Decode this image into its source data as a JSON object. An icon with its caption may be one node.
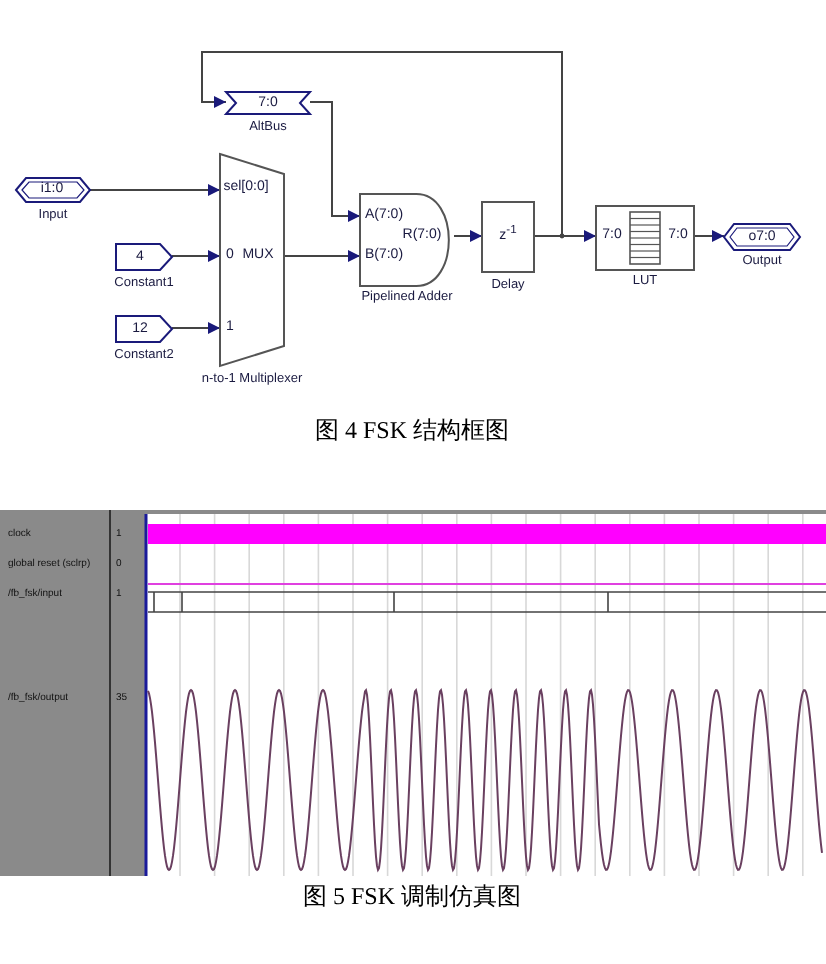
{
  "diagram": {
    "nodes": [
      {
        "text": [
          "i1:0"
        ],
        "beside": [
          "Input"
        ]
      },
      {
        "text": [
          "7:0"
        ],
        "beside": [
          "AltBus"
        ]
      },
      {
        "text": [
          "4"
        ],
        "beside": [
          "Constant1"
        ]
      },
      {
        "text": [
          "12"
        ],
        "beside": [
          "Constant2"
        ]
      },
      {
        "text": [
          "sel[0:0]",
          "0",
          "MUX",
          "1"
        ],
        "beside": [
          "n-to-1 Multiplexer"
        ]
      },
      {
        "text": [
          "A(7:0)",
          "B(7:0)",
          "R(7:0)"
        ],
        "beside": [
          "Pipelined Adder"
        ]
      },
      {
        "text": [
          "z$^{-1}$"
        ],
        "beside": [
          "Delay"
        ]
      },
      {
        "text": [
          "7:0",
          "7:0"
        ],
        "beside": [
          "LUT"
        ]
      },
      {
        "text": [
          "o7:0"
        ],
        "beside": [
          "Output"
        ]
      }
    ],
    "edges": [
      {
        "from": 0,
        "to": 4,
        "arrow": "to"
      },
      {
        "from": 2,
        "to": 4,
        "arrow": "to"
      },
      {
        "from": 3,
        "to": 4,
        "arrow": "to"
      },
      {
        "from": 4,
        "to": 5,
        "arrow": "to"
      },
      {
        "from": 1,
        "to": 5,
        "arrow": "to"
      },
      {
        "from": 5,
        "to": 6,
        "arrow": "to"
      },
      {
        "from": 6,
        "to": 7,
        "arrow": "to"
      },
      {
        "from": 6,
        "to": 1,
        "arrow": "to"
      },
      {
        "from": 7,
        "to": 8,
        "arrow": "to"
      }
    ],
    "labels": [
      "图 4 FSK 结构框图",
      "clock",
      "1",
      "global reset (sclrp)",
      "0",
      "/fb_fsk/input",
      "1",
      "/fb_fsk/output",
      "35",
      "图 5 FSK 调制仿真图"
    ]
  }
}
